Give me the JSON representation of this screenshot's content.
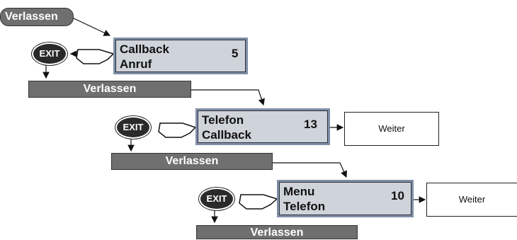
{
  "top_button": "Verlassen",
  "steps": [
    {
      "line1": "Callback",
      "line2": "Anruf",
      "number": "5",
      "exit": "EXIT",
      "bar": "Verlassen",
      "weiter": ""
    },
    {
      "line1": "Telefon",
      "line2": "Callback",
      "number": "13",
      "exit": "EXIT",
      "bar": "Verlassen",
      "weiter": "Weiter"
    },
    {
      "line1": "Menu",
      "line2": "Telefon",
      "number": "10",
      "exit": "EXIT",
      "bar": "Verlassen",
      "weiter": "Weiter"
    }
  ]
}
